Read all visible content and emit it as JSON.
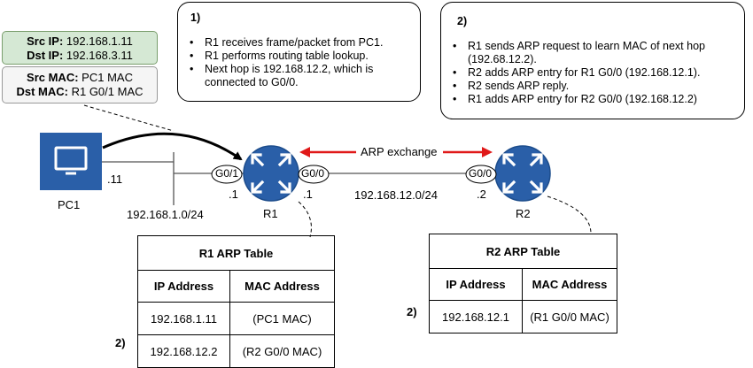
{
  "notes": [
    {
      "number": "1)",
      "items": [
        "R1 receives frame/packet from PC1.",
        "R1 performs routing table lookup.",
        "Next hop is 192.168.12.2, which is connected to G0/0."
      ]
    },
    {
      "number": "2)",
      "items": [
        "R1 sends ARP request to learn MAC of next hop (192.68.12.2).",
        "R2 adds ARP entry for R1 G0/0 (192.168.12.1).",
        "R2 sends ARP reply.",
        "R1 adds ARP entry for R2 G0/0 (192.168.12.2)"
      ]
    }
  ],
  "packet": {
    "src_ip_label": "Src IP:",
    "src_ip": "192.168.1.11",
    "dst_ip_label": "Dst IP:",
    "dst_ip": "192.168.3.11",
    "src_mac_label": "Src MAC:",
    "src_mac": "PC1 MAC",
    "dst_mac_label": "Dst MAC:",
    "dst_mac": "R1 G0/1 MAC"
  },
  "devices": {
    "pc1": "PC1",
    "r1": "R1",
    "r2": "R2"
  },
  "interfaces": {
    "r1_g01": "G0/1",
    "r1_g00": "G0/0",
    "r2_g00": "G0/0"
  },
  "addresses": {
    "pc1_host": ".11",
    "r1_g01_host": ".1",
    "r1_g00_host": ".1",
    "r2_g00_host": ".2",
    "lan_subnet": "192.168.1.0/24",
    "wan_subnet": "192.168.12.0/24"
  },
  "arp_exchange_label": "ARP exchange",
  "r1_table": {
    "title": "R1 ARP Table",
    "headers": [
      "IP Address",
      "MAC Address"
    ],
    "rows": [
      {
        "step": "",
        "ip": "192.168.1.11",
        "mac": "(PC1 MAC)"
      },
      {
        "step": "2)",
        "ip": "192.168.12.2",
        "mac": "(R2 G0/0 MAC)"
      }
    ]
  },
  "r2_table": {
    "title": "R2 ARP Table",
    "headers": [
      "IP Address",
      "MAC Address"
    ],
    "rows": [
      {
        "step": "2)",
        "ip": "192.168.12.1",
        "mac": "(R1 G0/0 MAC)"
      }
    ]
  },
  "colors": {
    "device_blue": "#2a5fa8",
    "arrow_red": "#e01919",
    "packet_ip_fill": "#d5e8d4",
    "packet_mac_fill": "#f5f5f5"
  }
}
